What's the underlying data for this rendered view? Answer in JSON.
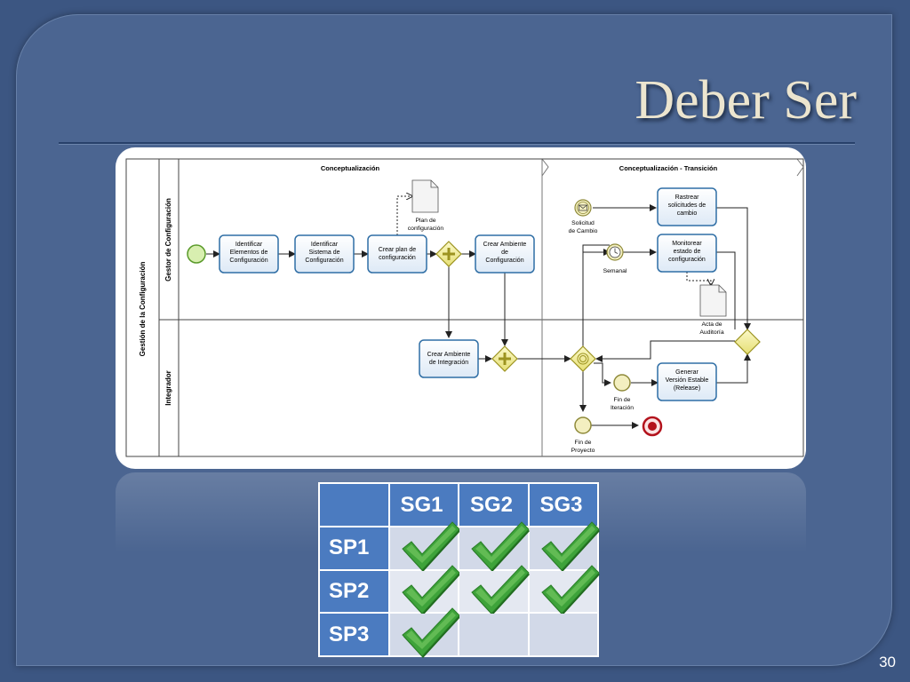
{
  "slide": {
    "title": "Deber Ser",
    "page_number": "30"
  },
  "diagram": {
    "pool_label": "Gestión de la Configuración",
    "lane_labels": [
      "Gestor de Configuración",
      "Integrador"
    ],
    "phase_labels": [
      "Conceptualización",
      "Conceptualización - Transición"
    ],
    "tasks": [
      [
        "Identificar",
        "Elementos de",
        "Configuración"
      ],
      [
        "Identificar",
        "Sistema de",
        "Configuración"
      ],
      [
        "Crear plan de",
        "configuración"
      ],
      [
        "Crear Ambiente",
        "de",
        "Configuración"
      ],
      [
        "Crear Ambiente",
        "de Integración"
      ],
      [
        "Rastrear",
        "solicitudes de",
        "cambio"
      ],
      [
        "Monitorear",
        "estado de",
        "configuración"
      ],
      [
        "Generar",
        "Versión Estable",
        "(Release)"
      ]
    ],
    "artifacts": [
      [
        "Plan de",
        "configuración"
      ],
      [
        "Acta de",
        "Auditoría"
      ]
    ],
    "events": [
      [
        "Solicitud",
        "de Cambio"
      ],
      [
        "Semanal"
      ],
      [
        "Fin de",
        "Iteración"
      ],
      [
        "Fin de",
        "Proyecto"
      ]
    ]
  },
  "matrix": {
    "columns": [
      "SG1",
      "SG2",
      "SG3"
    ],
    "rows": [
      {
        "label": "SP1",
        "checks": [
          true,
          true,
          true
        ]
      },
      {
        "label": "SP2",
        "checks": [
          true,
          true,
          true
        ]
      },
      {
        "label": "SP3",
        "checks": [
          true,
          false,
          false
        ]
      }
    ],
    "check_color": "#3ea33a"
  }
}
